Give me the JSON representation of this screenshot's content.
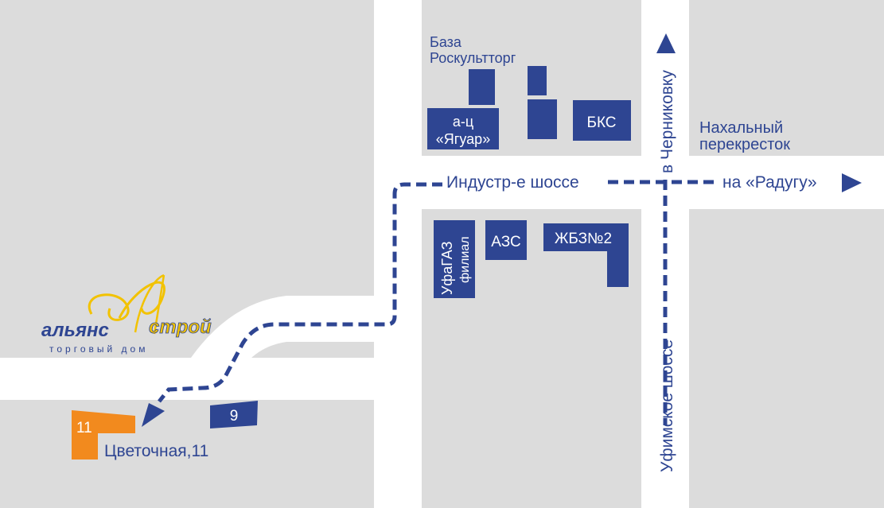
{
  "map": {
    "streets": {
      "industrial": "Индустр-е шоссе",
      "to_raduga": "на «Радугу»",
      "to_chernikovka": "в Черниковку",
      "ufimskoe": "Уфимское шоссе",
      "tsvetochnaya": "Цветочная,11"
    },
    "places": {
      "baza": [
        "База",
        "Роскультторг"
      ],
      "jaguar": [
        "а-ц",
        "«Ягуар»"
      ],
      "bks": "БКС",
      "crossroad": [
        "Нахальный",
        "перекресток"
      ],
      "ufagaz": [
        "УфаГАЗ",
        "филиал"
      ],
      "azs": "АЗС",
      "zhbz": "ЖБЗ№2",
      "building_11": "11",
      "building_9": "9"
    },
    "logo": {
      "word1": "альянс",
      "word2": "строй",
      "tagline": "торговый дом"
    },
    "colors": {
      "block": "#dcdcdc",
      "building": "#2e4592",
      "route": "#2e4592",
      "destination": "#f28a1e",
      "logo_yellow": "#f2c200"
    }
  }
}
